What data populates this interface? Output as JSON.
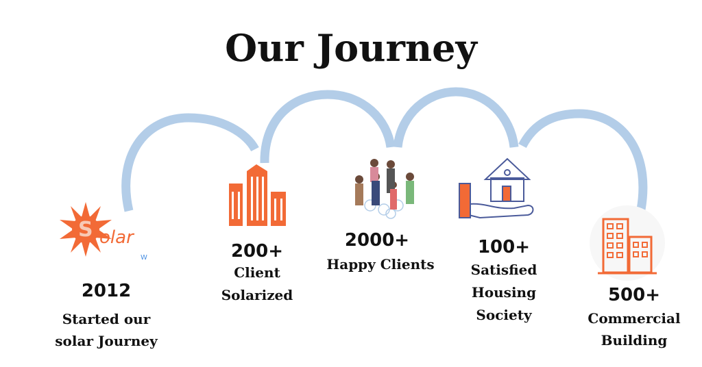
{
  "title": "Our Journey",
  "logo": {
    "text": "Solar",
    "sub": "W"
  },
  "milestones": [
    {
      "value": "2012",
      "label1": "Started our",
      "label2": "solar Journey"
    },
    {
      "value": "200+",
      "label1": "Client",
      "label2": "Solarized"
    },
    {
      "value": "2000+",
      "label1": "Happy Clients"
    },
    {
      "value": "100+",
      "label1": "Satisfied",
      "label2": "Housing",
      "label3": "Society"
    },
    {
      "value": "500+",
      "label1": "Commercial",
      "label2": "Building"
    }
  ],
  "colors": {
    "arc": "#b3cde8",
    "orange": "#f26a36",
    "line": "#4a5a9a"
  }
}
